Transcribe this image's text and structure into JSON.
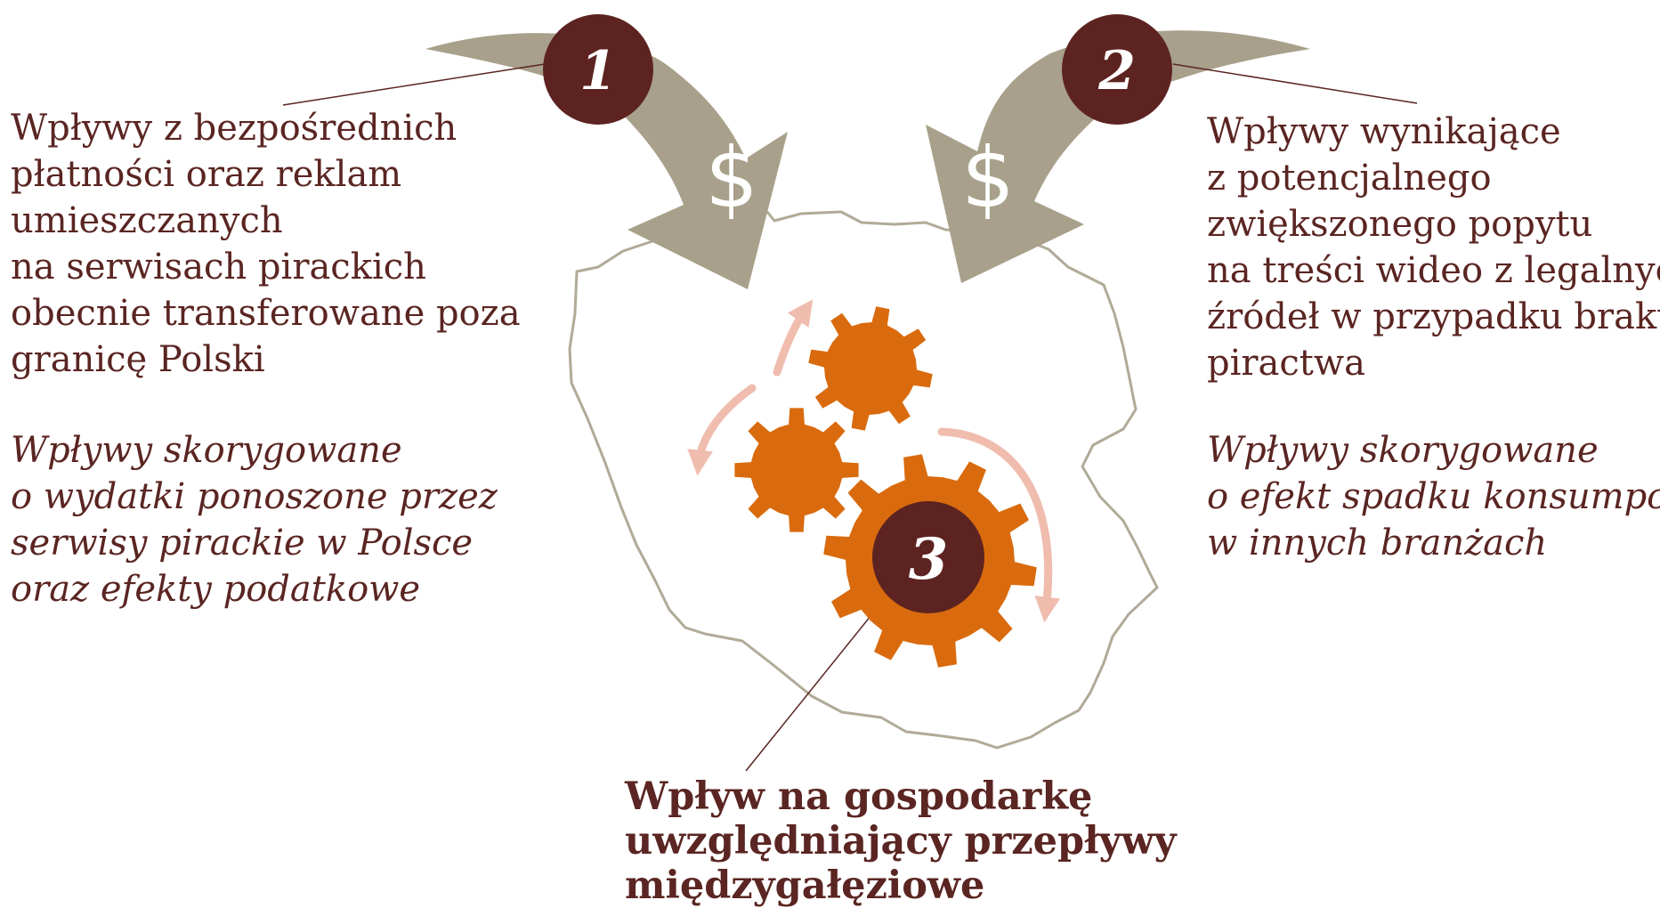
{
  "markers": {
    "one": "1",
    "two": "2",
    "three": "3",
    "currency_symbol": "$"
  },
  "icons": [
    "dollar-arrow-icon",
    "gear-icon",
    "rotation-arrow-icon",
    "poland-map-outline"
  ],
  "colors": {
    "text": "#5a2522",
    "marker": "#5d2321",
    "arrow": "#a8a08a",
    "gear": "#d96b0e",
    "rotation_arrow": "#efbcae",
    "map_outline": "#b0aa98"
  },
  "left": {
    "main_lines": [
      "Wpływy z bezpośrednich",
      "płatności oraz reklam",
      "umieszczanych",
      "na serwisach pirackich",
      "obecnie transferowane poza",
      "granicę Polski"
    ],
    "adjustment_lines": [
      "Wpływy skorygowane",
      "o wydatki ponoszone przez",
      "serwisy pirackie w Polsce",
      "oraz efekty podatkowe"
    ]
  },
  "right": {
    "main_lines": [
      "Wpływy wynikające",
      "z potencjalnego",
      "zwiększonego popytu",
      "na treści wideo z legalnych",
      "źródeł w przypadku braku",
      "piractwa"
    ],
    "adjustment_lines": [
      "Wpływy skorygowane",
      "o efekt spadku konsumpcji",
      "w innych branżach"
    ]
  },
  "bottom": {
    "lines": [
      "Wpływ na gospodarkę",
      "uwzględniający przepływy",
      "międzygałęziowe"
    ]
  }
}
